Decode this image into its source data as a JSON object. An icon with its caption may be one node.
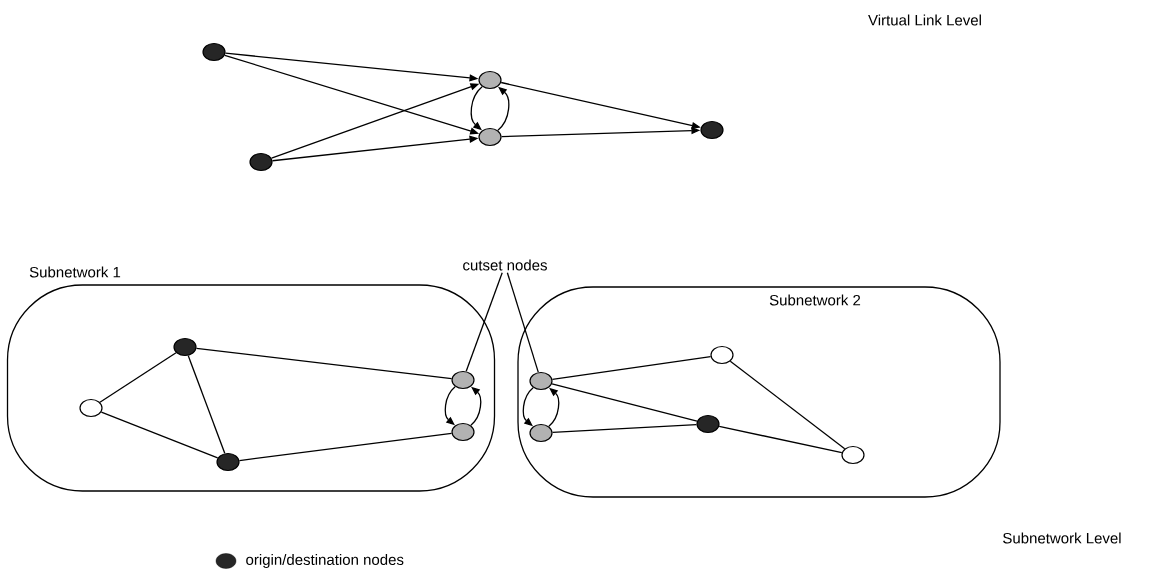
{
  "diagram": {
    "nodes": [
      {
        "text": [],
        "shape": "circle"
      },
      {
        "text": [],
        "shape": "circle"
      },
      {
        "text": [],
        "shape": "circle"
      },
      {
        "text": [],
        "shape": "circle"
      },
      {
        "text": [],
        "shape": "circle"
      },
      {
        "text": [
          "Subnetwork 1"
        ]
      },
      {
        "text": [
          "Subnetwork 2"
        ]
      },
      {
        "text": [],
        "shape": "circle",
        "in": 5
      },
      {
        "text": [],
        "shape": "circle",
        "in": 5
      },
      {
        "text": [],
        "shape": "circle",
        "in": 5
      },
      {
        "text": [],
        "shape": "circle",
        "in": 5
      },
      {
        "text": [],
        "shape": "circle",
        "in": 5
      },
      {
        "text": [],
        "shape": "circle",
        "in": 6
      },
      {
        "text": [],
        "shape": "circle",
        "in": 6
      },
      {
        "text": [],
        "shape": "circle",
        "in": 6
      },
      {
        "text": [],
        "shape": "circle",
        "in": 6
      },
      {
        "text": [],
        "shape": "circle",
        "in": 6
      },
      {
        "text": [
          "cutset nodes"
        ]
      }
    ],
    "edges": [
      {
        "from": 0,
        "to": 2,
        "arrow": "to"
      },
      {
        "from": 0,
        "to": 3,
        "arrow": "to"
      },
      {
        "from": 1,
        "to": 2,
        "arrow": "to"
      },
      {
        "from": 1,
        "to": 3,
        "arrow": "to"
      },
      {
        "from": 2,
        "to": 3,
        "arrow": "to"
      },
      {
        "from": 3,
        "to": 2,
        "arrow": "to"
      },
      {
        "from": 2,
        "to": 4,
        "arrow": "to"
      },
      {
        "from": 3,
        "to": 4,
        "arrow": "to"
      },
      {
        "from": 7,
        "to": 8,
        "arrow": "none"
      },
      {
        "from": 7,
        "to": 9,
        "arrow": "none"
      },
      {
        "from": 8,
        "to": 9,
        "arrow": "none"
      },
      {
        "from": 8,
        "to": 10,
        "arrow": "none"
      },
      {
        "from": 9,
        "to": 11,
        "arrow": "none"
      },
      {
        "from": 10,
        "to": 11,
        "arrow": "to"
      },
      {
        "from": 11,
        "to": 10,
        "arrow": "to"
      },
      {
        "from": 12,
        "to": 14,
        "arrow": "none"
      },
      {
        "from": 12,
        "to": 15,
        "arrow": "none"
      },
      {
        "from": 13,
        "to": 15,
        "arrow": "none"
      },
      {
        "from": 14,
        "to": 16,
        "arrow": "none"
      },
      {
        "from": 15,
        "to": 16,
        "arrow": "none"
      },
      {
        "from": 12,
        "to": 13,
        "arrow": "to"
      },
      {
        "from": 13,
        "to": 12,
        "arrow": "to"
      },
      {
        "from": 17,
        "to": 10,
        "arrow": "none"
      },
      {
        "from": 17,
        "to": 12,
        "arrow": "none"
      }
    ],
    "labels": [
      "Virtual Link Level",
      "Subnetwork Level"
    ],
    "legend": [
      {
        "text": "origin/destination nodes"
      }
    ]
  }
}
